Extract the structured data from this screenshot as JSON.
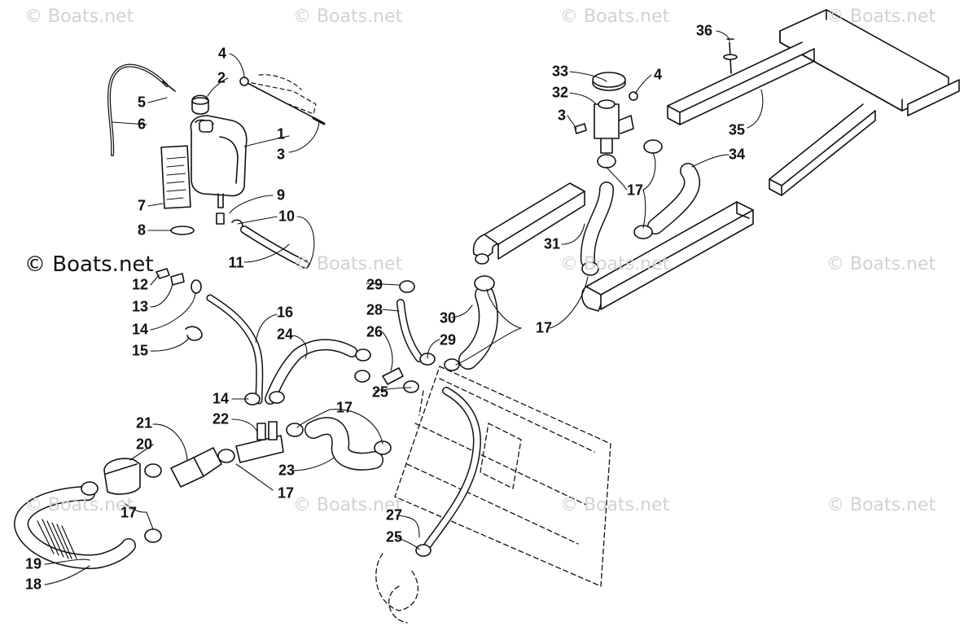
{
  "watermark": {
    "main": "© Boats.net",
    "faint": "© Boats.net"
  },
  "part_numbers": {
    "n1": "1",
    "n2": "2",
    "n3a": "3",
    "n3b": "3",
    "n4a": "4",
    "n4b": "4",
    "n5": "5",
    "n6": "6",
    "n7": "7",
    "n8": "8",
    "n9": "9",
    "n10": "10",
    "n11": "11",
    "n12": "12",
    "n13": "13",
    "n14a": "14",
    "n14b": "14",
    "n15": "15",
    "n16": "16",
    "n17a": "17",
    "n17b": "17",
    "n17c": "17",
    "n17d": "17",
    "n17e": "17",
    "n18": "18",
    "n19": "19",
    "n20": "20",
    "n21": "21",
    "n22": "22",
    "n23": "23",
    "n24": "24",
    "n25a": "25",
    "n25b": "25",
    "n26": "26",
    "n27": "27",
    "n28": "28",
    "n29a": "29",
    "n29b": "29",
    "n30": "30",
    "n31": "31",
    "n32": "32",
    "n33": "33",
    "n34": "34",
    "n35": "35",
    "n36": "36"
  }
}
